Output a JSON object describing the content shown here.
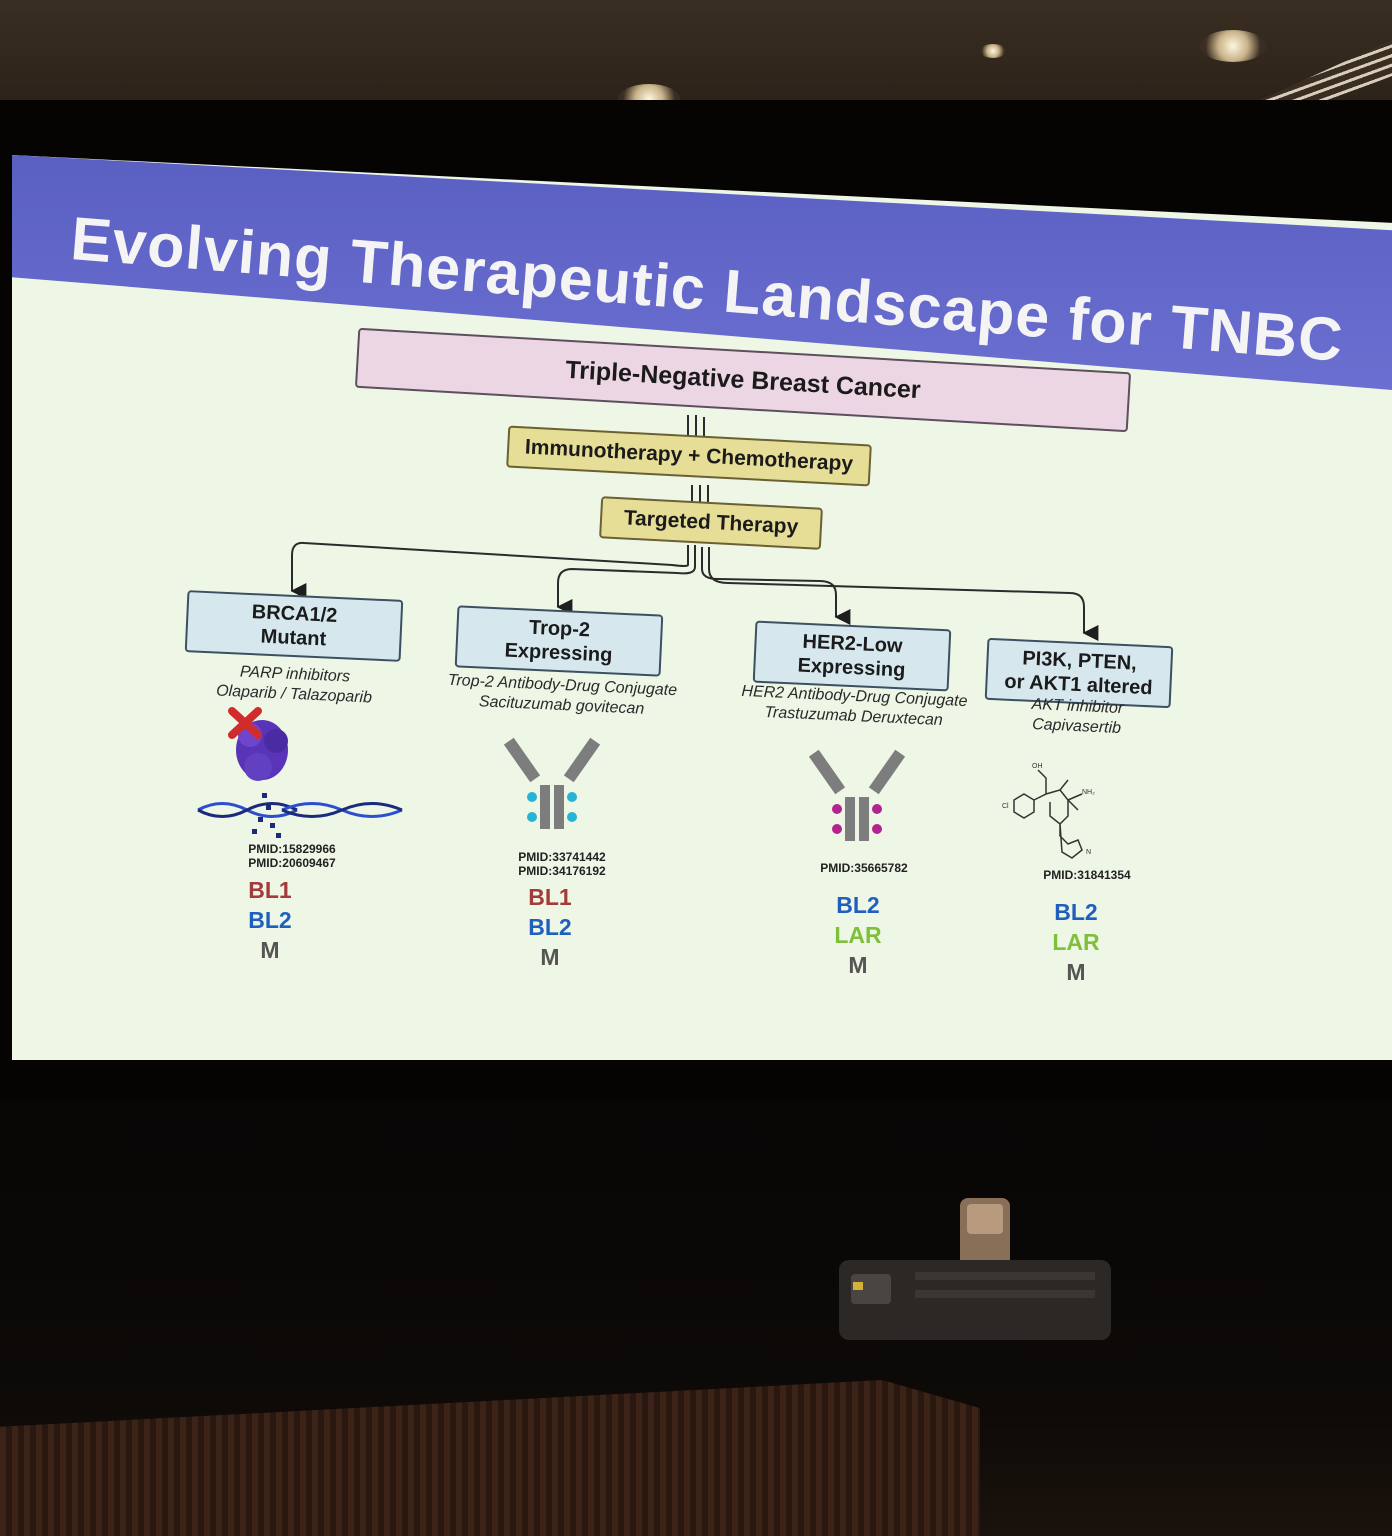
{
  "slide": {
    "title": "Evolving Therapeutic Landscape for TNBC",
    "root": "Triple-Negative Breast Cancer",
    "level1": "Immunotherapy + Chemotherapy",
    "level2": "Targeted Therapy",
    "branches": [
      {
        "target_line1": "BRCA1/2",
        "target_line2": "Mutant",
        "drug_class": "PARP inhibitors",
        "drugs": "Olaparib / Talazoparib",
        "pmids": [
          "PMID:15829966",
          "PMID:20609467"
        ],
        "subtypes": [
          "BL1",
          "BL2",
          "M"
        ],
        "icon": "parp-dna-icon"
      },
      {
        "target_line1": "Trop-2",
        "target_line2": "Expressing",
        "drug_class": "Trop-2 Antibody-Drug Conjugate",
        "drugs": "Sacituzumab govitecan",
        "pmids": [
          "PMID:33741442",
          "PMID:34176192"
        ],
        "subtypes": [
          "BL1",
          "BL2",
          "M"
        ],
        "icon": "antibody-cyan-icon"
      },
      {
        "target_line1": "HER2-Low",
        "target_line2": "Expressing",
        "drug_class": "HER2 Antibody-Drug Conjugate",
        "drugs": "Trastuzumab Deruxtecan",
        "pmids": [
          "PMID:35665782"
        ],
        "subtypes": [
          "BL2",
          "LAR",
          "M"
        ],
        "icon": "antibody-magenta-icon"
      },
      {
        "target_line1": "PI3K, PTEN,",
        "target_line2": "or AKT1 altered",
        "drug_class": "AKT inhibitor",
        "drugs": "Capivasertib",
        "pmids": [
          "PMID:31841354"
        ],
        "subtypes": [
          "BL2",
          "LAR",
          "M"
        ],
        "icon": "capivasertib-molecule-icon"
      }
    ],
    "subtype_colors": {
      "BL1": "#a33b3b",
      "BL2": "#1e5fbf",
      "LAR": "#7fbf3a",
      "M": "#555555"
    },
    "accent": "#5a5fc2"
  }
}
